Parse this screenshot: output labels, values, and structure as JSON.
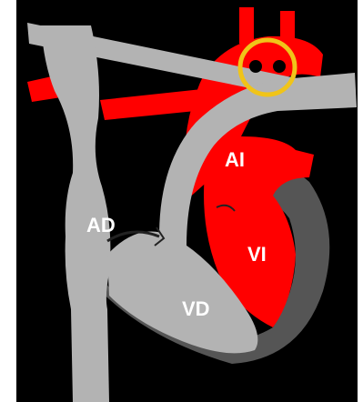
{
  "labels": {
    "ad": "AD",
    "vd": "VD",
    "ai": "AI",
    "vi": "VI"
  },
  "colors": {
    "background": "#000000",
    "venous": "#b3b3b3",
    "arterial": "#ff0000",
    "chamber_wall": "#555555",
    "highlight_ring": "#f0c419",
    "label": "#ffffff",
    "border": "#ffffff"
  }
}
